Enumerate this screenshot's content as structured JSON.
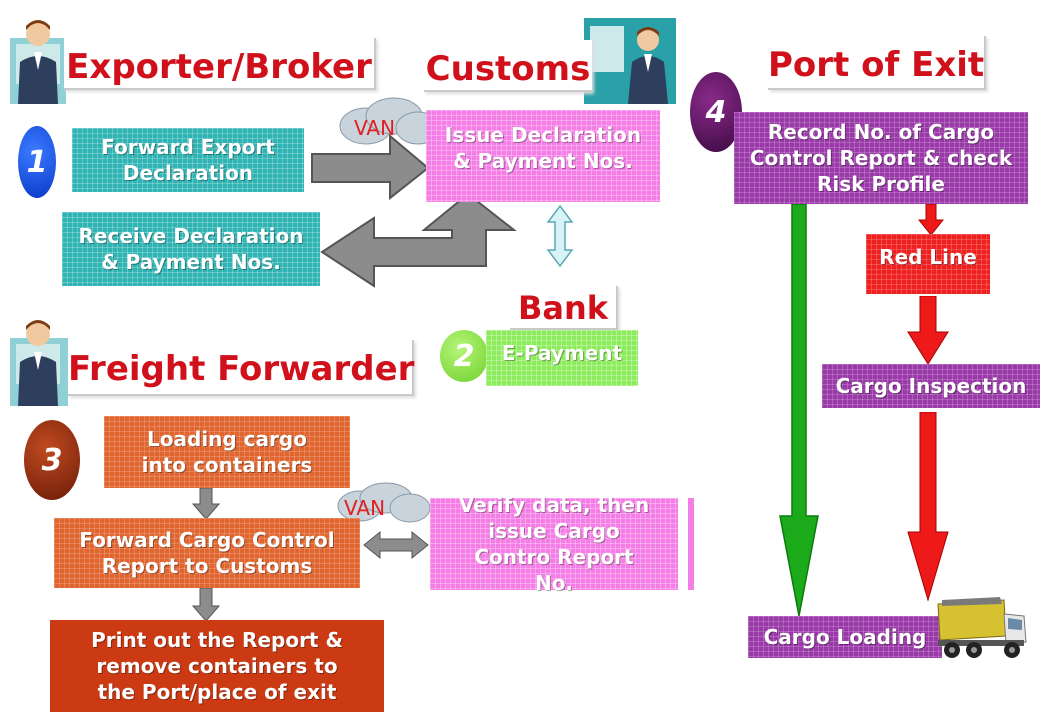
{
  "headings": {
    "exporter": "Exporter/Broker",
    "customs": "Customs",
    "port": "Port of Exit",
    "freight": "Freight Forwarder",
    "bank": "Bank"
  },
  "steps": [
    "1",
    "2",
    "3",
    "4"
  ],
  "van": "VAN",
  "boxes": {
    "forward_export": "Forward Export Declaration",
    "receive_declaration": "Receive Declaration & Payment Nos.",
    "issue_declaration": "Issue Declaration & Payment Nos.",
    "e_payment": "E-Payment",
    "loading_cargo": "Loading cargo into containers",
    "forward_cargo": "Forward Cargo Control Report to Customs",
    "print_report": "Print out the Report & remove containers to the Port/place of exit",
    "verify_data": "Verify data, then issue Cargo Contro Report No.",
    "record_no": "Record No. of Cargo Control Report & check Risk Profile",
    "red_line": "Red Line",
    "cargo_inspection": "Cargo Inspection",
    "cargo_loading": "Cargo Loading"
  },
  "colors": {
    "heading": "#d0101a",
    "teal": "#2fb3b3",
    "pink": "#f57ee6",
    "green": "#8cec5c",
    "orange": "#e0652f",
    "purple": "#9a3aa8",
    "red": "#ee2020"
  }
}
